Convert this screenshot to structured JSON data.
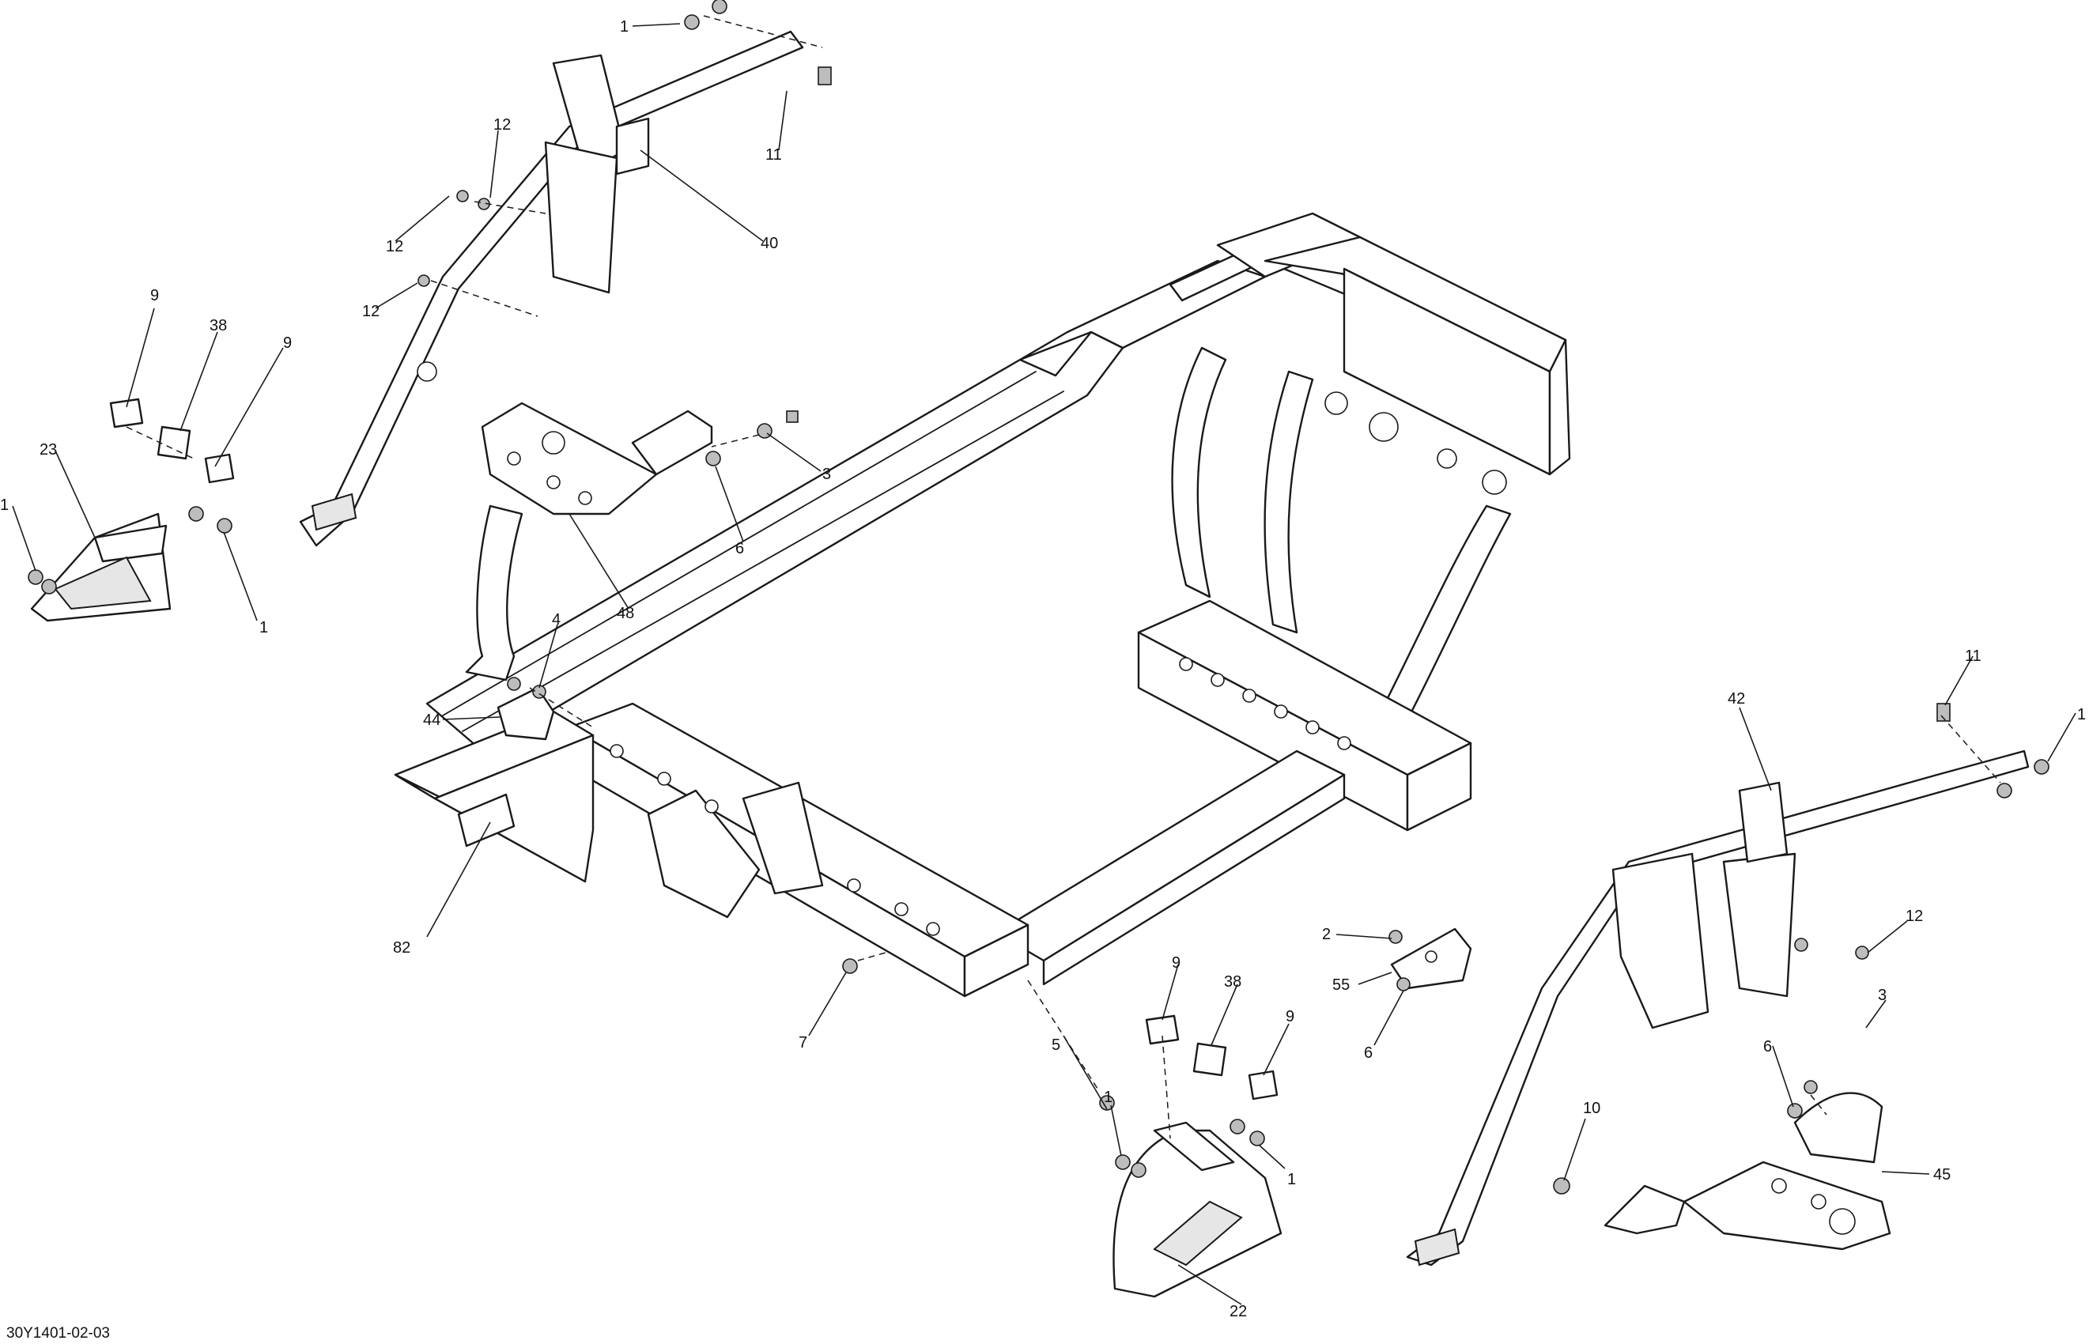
{
  "diagram": {
    "reference_code": "30Y1401-02-03",
    "callouts": [
      {
        "id": "c01",
        "label": "1"
      },
      {
        "id": "c02",
        "label": "11"
      },
      {
        "id": "c03",
        "label": "12"
      },
      {
        "id": "c04",
        "label": "12"
      },
      {
        "id": "c05",
        "label": "12"
      },
      {
        "id": "c06",
        "label": "40"
      },
      {
        "id": "c07",
        "label": "9"
      },
      {
        "id": "c08",
        "label": "38"
      },
      {
        "id": "c09",
        "label": "9"
      },
      {
        "id": "c10",
        "label": "23"
      },
      {
        "id": "c11",
        "label": "1"
      },
      {
        "id": "c12",
        "label": "1"
      },
      {
        "id": "c13",
        "label": "3"
      },
      {
        "id": "c14",
        "label": "6"
      },
      {
        "id": "c15",
        "label": "48"
      },
      {
        "id": "c16",
        "label": "4"
      },
      {
        "id": "c17",
        "label": "44"
      },
      {
        "id": "c18",
        "label": "82"
      },
      {
        "id": "c19",
        "label": "7"
      },
      {
        "id": "c20",
        "label": "5"
      },
      {
        "id": "c21",
        "label": "9"
      },
      {
        "id": "c22",
        "label": "38"
      },
      {
        "id": "c23",
        "label": "9"
      },
      {
        "id": "c24",
        "label": "1"
      },
      {
        "id": "c25",
        "label": "1"
      },
      {
        "id": "c26",
        "label": "22"
      },
      {
        "id": "c27",
        "label": "2"
      },
      {
        "id": "c28",
        "label": "55"
      },
      {
        "id": "c29",
        "label": "6"
      },
      {
        "id": "c30",
        "label": "11"
      },
      {
        "id": "c31",
        "label": "1"
      },
      {
        "id": "c32",
        "label": "42"
      },
      {
        "id": "c33",
        "label": "12"
      },
      {
        "id": "c34",
        "label": "3"
      },
      {
        "id": "c35",
        "label": "6"
      },
      {
        "id": "c36",
        "label": "10"
      },
      {
        "id": "c37",
        "label": "45"
      }
    ]
  }
}
